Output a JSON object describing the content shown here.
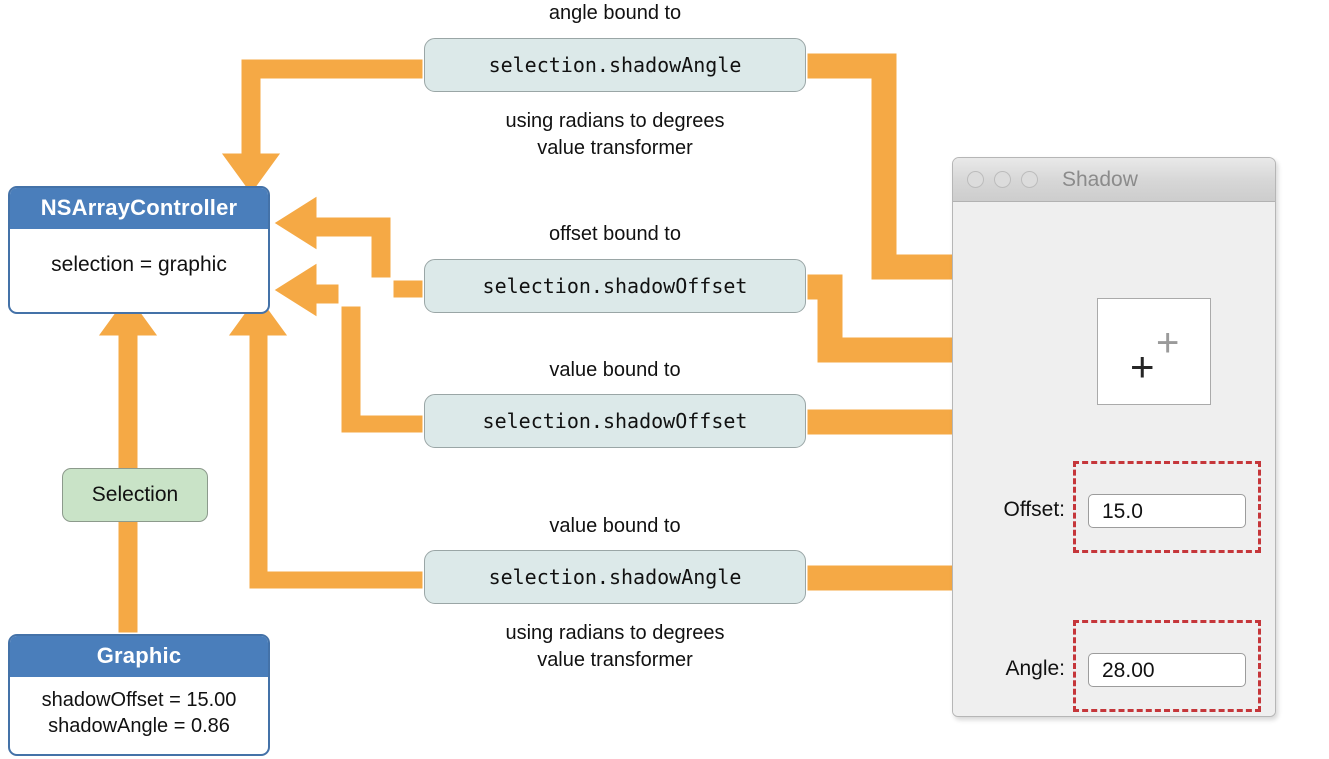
{
  "colors": {
    "arrow_orange": "#F5A945",
    "arrow_outline": "#FFFFFF",
    "model_blue": "#4A7EBB",
    "model_border": "#4472A8",
    "selection_green": "#C9E3C7",
    "bind_box_fill": "#DCE9E9",
    "highlight_red": "#C5363A",
    "window_chrome": "#EFEFEF"
  },
  "model_boxes": [
    {
      "title": "NSArrayController",
      "lines": [
        "selection = graphic"
      ]
    },
    {
      "title": "Graphic",
      "lines": [
        "shadowOffset = 15.00",
        "shadowAngle = 0.86"
      ]
    }
  ],
  "selection_chip": {
    "label": "Selection"
  },
  "bindings": [
    {
      "caption_above": "angle bound to",
      "keypath": "selection.shadowAngle",
      "caption_below": "using radians to degrees\nvalue transformer"
    },
    {
      "caption_above": "offset bound to",
      "keypath": "selection.shadowOffset",
      "caption_below": ""
    },
    {
      "caption_above": "value bound to",
      "keypath": "selection.shadowOffset",
      "caption_below": ""
    },
    {
      "caption_above": "value bound to",
      "keypath": "selection.shadowAngle",
      "caption_below": "using radians to degrees\nvalue transformer"
    }
  ],
  "window": {
    "title": "Shadow",
    "traffic_lights": [
      "close-button",
      "minimize-button",
      "zoom-button"
    ],
    "preview": {
      "main_glyph": "+",
      "shadow_glyph": "+"
    },
    "fields": [
      {
        "label": "Offset:",
        "value": "15.0"
      },
      {
        "label": "Angle:",
        "value": "28.00"
      }
    ]
  }
}
